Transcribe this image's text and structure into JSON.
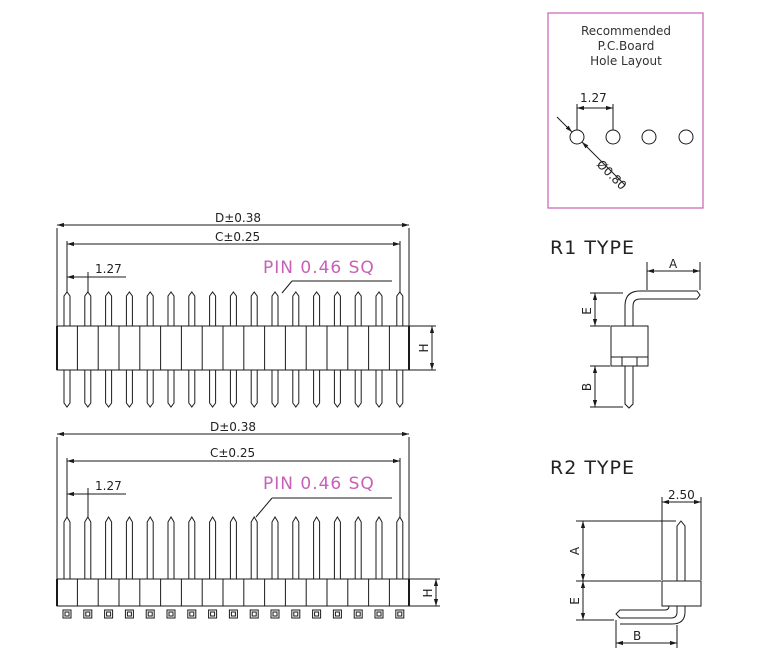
{
  "top_view": {
    "dim_d": "D±0.38",
    "dim_c": "C±0.25",
    "pitch": "1.27",
    "pin_note": "PIN 0.46 SQ",
    "dim_h": "H"
  },
  "bottom_view": {
    "dim_d": "D±0.38",
    "dim_c": "C±0.25",
    "pitch": "1.27",
    "pin_note": "PIN 0.46 SQ",
    "dim_h": "H"
  },
  "pcb_layout": {
    "title_line1": "Recommended",
    "title_line2": "P.C.Board",
    "title_line3": "Hole  Layout",
    "pitch": "1.27",
    "hole_dia": "Ø0.80"
  },
  "r1": {
    "title": "R1  TYPE",
    "dim_a": "A",
    "dim_e": "E",
    "dim_b": "B"
  },
  "r2": {
    "title": "R2  TYPE",
    "dim_width": "2.50",
    "dim_a": "A",
    "dim_e": "E",
    "dim_b": "B"
  },
  "colors": {
    "line": "#1a1a1a",
    "accent": "#c860b8"
  }
}
